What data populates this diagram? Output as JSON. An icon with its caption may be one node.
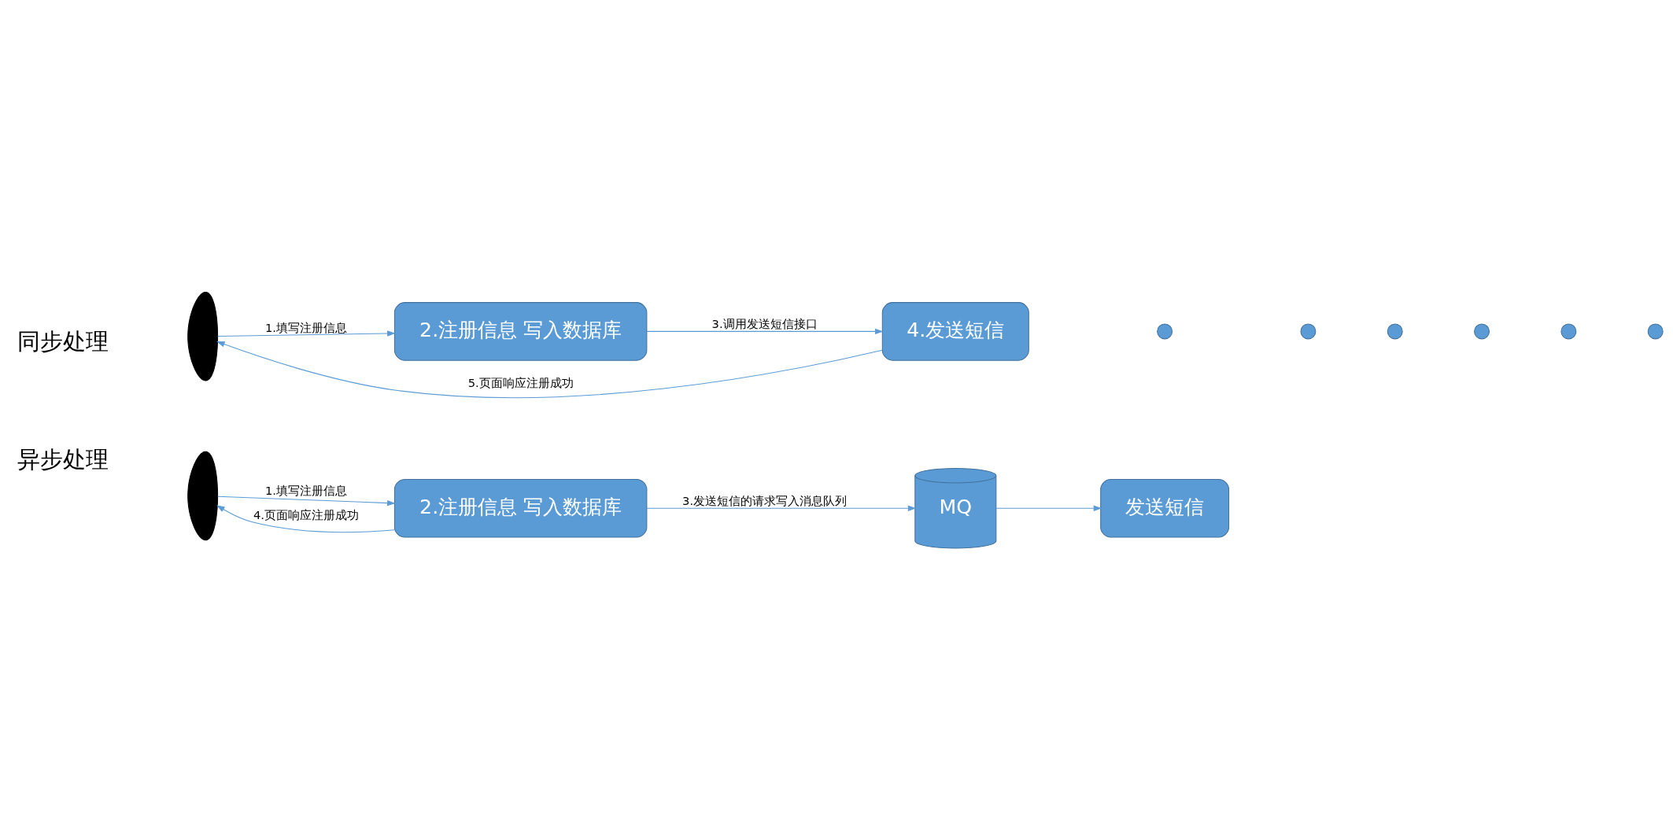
{
  "diagram": {
    "nodes": [
      {
        "text": [],
        "shape": "person"
      },
      {
        "text": [
          "2.注册信息 写入数据库"
        ]
      },
      {
        "text": [
          "4.发送短信"
        ]
      },
      {
        "text": [],
        "shape": "circle"
      },
      {
        "text": [],
        "shape": "circle"
      },
      {
        "text": [],
        "shape": "circle"
      },
      {
        "text": [],
        "shape": "circle"
      },
      {
        "text": [],
        "shape": "circle"
      },
      {
        "text": [],
        "shape": "circle"
      },
      {
        "text": [],
        "shape": "person"
      },
      {
        "text": [
          "2.注册信息 写入数据库"
        ]
      },
      {
        "text": [
          "MQ"
        ]
      },
      {
        "text": [
          "发送短信"
        ]
      }
    ],
    "edges": [
      {
        "from": 0,
        "to": 1,
        "arrow": "to",
        "label": "1.填写注册信息"
      },
      {
        "from": 1,
        "to": 2,
        "arrow": "to",
        "label": "3.调用发送短信接口"
      },
      {
        "from": 2,
        "to": 0,
        "arrow": "to",
        "label": "5.页面响应注册成功"
      },
      {
        "from": 9,
        "to": 10,
        "arrow": "to",
        "label": "1.填写注册信息"
      },
      {
        "from": 10,
        "to": 11,
        "arrow": "to",
        "label": "3.发送短信的请求写入消息队列"
      },
      {
        "from": 10,
        "to": 9,
        "arrow": "to",
        "label": "4.页面响应注册成功"
      },
      {
        "from": 11,
        "to": 12,
        "arrow": "to"
      }
    ],
    "labels": [
      "同步处理",
      "异步处理"
    ]
  }
}
